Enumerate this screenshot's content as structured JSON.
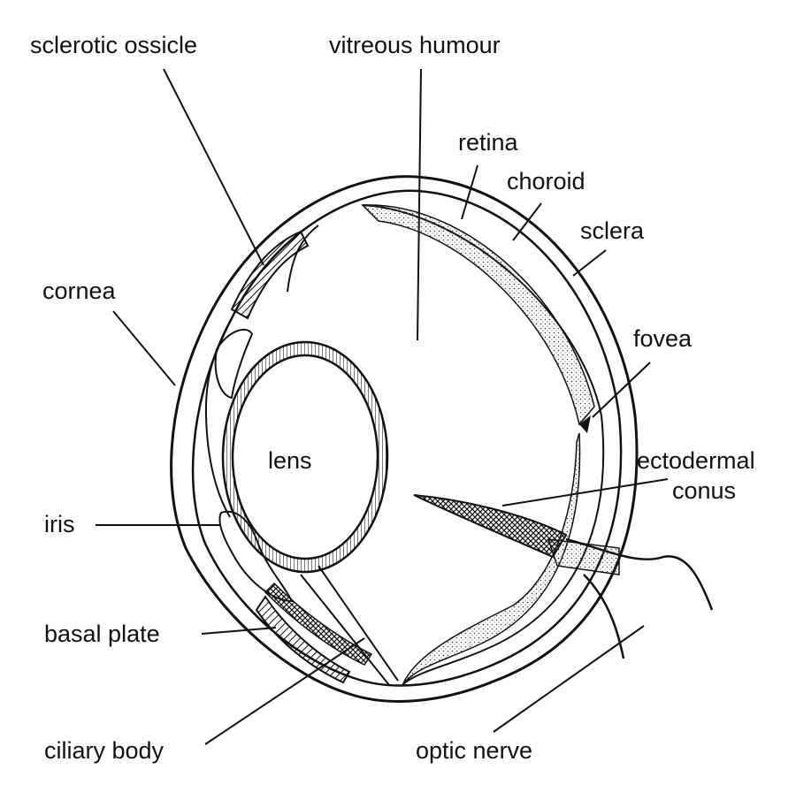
{
  "diagram": {
    "labels": {
      "sclerotic_ossicle": "sclerotic ossicle",
      "vitreous_humour": "vitreous humour",
      "retina": "retina",
      "choroid": "choroid",
      "sclera": "sclera",
      "cornea": "cornea",
      "fovea": "fovea",
      "lens": "lens",
      "ectodermal_conus_line1": "ectodermal",
      "ectodermal_conus_line2": "conus",
      "iris": "iris",
      "basal_plate": "basal plate",
      "ciliary_body": "ciliary body",
      "optic_nerve": "optic nerve"
    },
    "line_color": "#111111",
    "background": "#ffffff"
  }
}
